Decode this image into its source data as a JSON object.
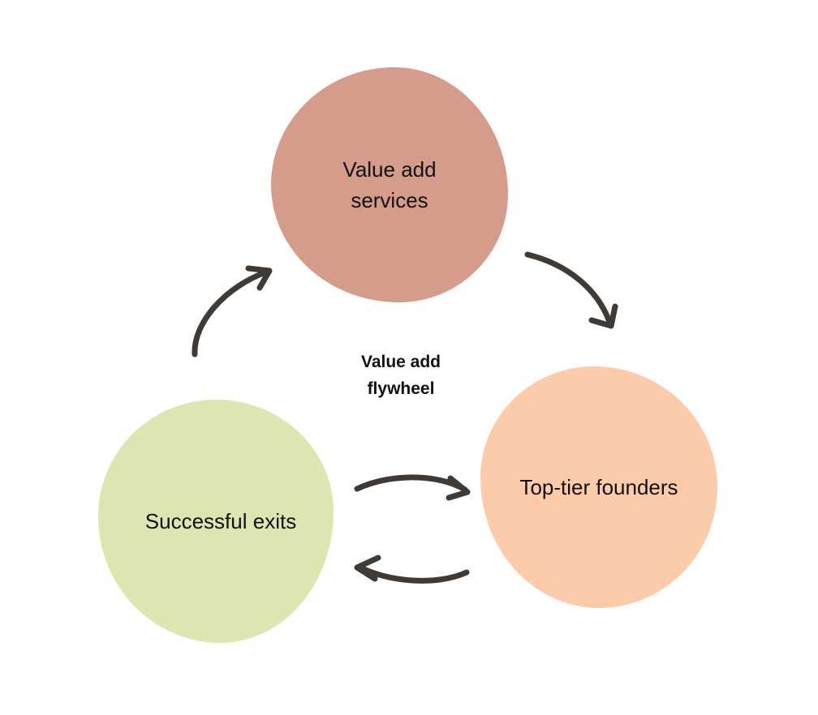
{
  "colors": {
    "value_add_services": "#d59b8b",
    "top_tier_founders": "#fccba9",
    "successful_exits": "#dde6b0",
    "arrow": "#403a36"
  },
  "nodes": {
    "value_add_services": {
      "line1": "Value add",
      "line2": "services"
    },
    "top_tier_founders": {
      "label": "Top-tier founders"
    },
    "successful_exits": {
      "label": "Successful exits"
    }
  },
  "center": {
    "line1": "Value add",
    "line2": "flywheel"
  }
}
